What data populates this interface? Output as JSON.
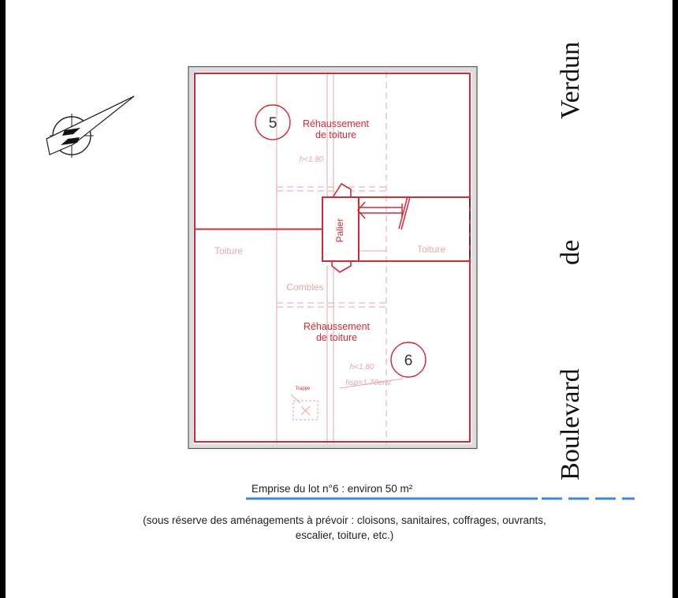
{
  "colors": {
    "red": "#d42a35",
    "pale_red": "#e9a4a8",
    "pale_text": "#e2a8ab",
    "roof_gray": "#dcdcdc",
    "outline_gray": "#555555",
    "blue": "#3f86d4"
  },
  "icons": {
    "north_arrow": "compass-north-icon",
    "stair_arrow": "arrow-left-icon"
  },
  "rooms": [
    {
      "number": "5",
      "label_line1": "Réhaussement",
      "label_line2": "de toiture",
      "height_note": "h<1.80"
    },
    {
      "number": "6",
      "label_line1": "Réhaussement",
      "label_line2": "de toiture",
      "height_note": "h<1.80",
      "hsp_note": "hsp=1.70env."
    }
  ],
  "labels": {
    "landing": "Palier",
    "roof_left": "Toiture",
    "roof_right": "Toiture",
    "attic": "Combles",
    "hatch": "Trappe"
  },
  "street": [
    "Boulevard",
    "de",
    "Verdun"
  ],
  "caption": {
    "title": "Emprise du lot n°6 : environ 50 m²",
    "note": "(sous réserve des aménagements à prévoir : cloisons, sanitaires, coffrages, ouvrants, escalier, toiture, etc.)"
  }
}
